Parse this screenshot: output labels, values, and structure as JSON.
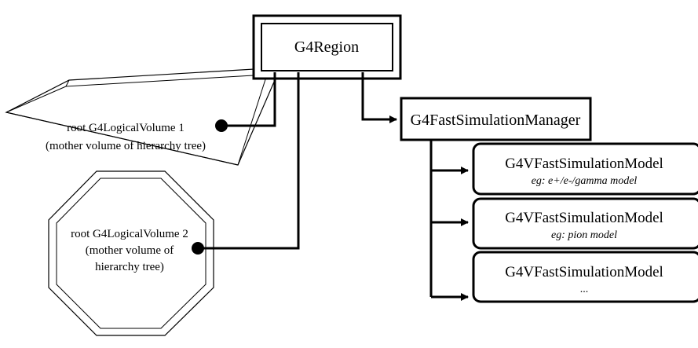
{
  "region": {
    "label": "G4Region"
  },
  "manager": {
    "label": "G4FastSimulationManager"
  },
  "volume1": {
    "line1": "root G4LogicalVolume 1",
    "line2": "(mother volume of hierarchy tree)"
  },
  "volume2": {
    "line1": "root G4LogicalVolume 2",
    "line2": "(mother volume of",
    "line3": "hierarchy tree)"
  },
  "models": [
    {
      "label": "G4VFastSimulationModel",
      "sub": "eg: e+/e-/gamma model"
    },
    {
      "label": "G4VFastSimulationModel",
      "sub": "eg: pion model"
    },
    {
      "label": "G4VFastSimulationModel",
      "sub": "..."
    }
  ],
  "colors": {
    "stroke": "#000000",
    "background": "#ffffff"
  }
}
